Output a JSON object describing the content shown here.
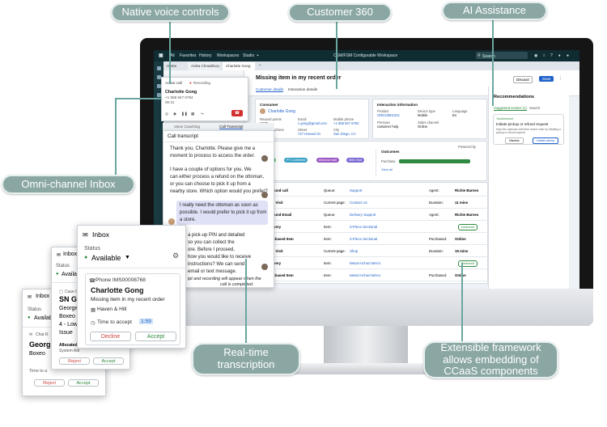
{
  "callouts": {
    "native_voice": "Native voice controls",
    "customer360": "Customer 360",
    "ai_assistance": "AI Assistance",
    "omni_inbox": "Omni-channel Inbox",
    "realtime_l1": "Real-time",
    "realtime_l2": "transcription",
    "ext_l1": "Extensible framework",
    "ext_l2": "allows embedding of",
    "ext_l3": "CCaaS components"
  },
  "app": {
    "title": "CSM/FSM Configurable Workspace",
    "nav": [
      "All",
      "Favorites",
      "History",
      "Workspaces",
      "Studio"
    ],
    "search_placeholder": "Search",
    "tabs": [
      "Home",
      "Anika Chowdhury",
      "Charlotte Gong"
    ],
    "colors": {
      "topbar": "#0f2c33",
      "accent": "#1f62c9",
      "brand_green": "#2e8a3e",
      "end_call": "#d32f2f"
    }
  },
  "voice": {
    "label": "Active call",
    "recording": "Recording",
    "caller": "Charlotte Gong",
    "phone": "+1 858 847 6784",
    "timer": "00:31",
    "tab_coaching": "Voice Coaching",
    "tab_transcript": "Call Transcript"
  },
  "record": {
    "title": "Missing item in my recent order",
    "tab_details": "Customer details",
    "tab_interactions": "Interaction details",
    "discard": "Discard",
    "save": "Save",
    "consumer_label": "Consumer",
    "consumer_name": "Charlotte Gong",
    "reward_label": "Reward points",
    "reward_value": "1200",
    "email_label": "Email",
    "email_value": "c.gong@gmail.com",
    "mobile_label": "Mobile phone",
    "mobile_value": "+1 858 847 6784",
    "bphone_label": "Business phone",
    "bphone_value": "187 7804",
    "street_label": "Street",
    "street_value": "747 Howard St.",
    "city_label": "City",
    "city_value": "San Diego, CA",
    "info_label": "Interaction information",
    "product_label": "Product",
    "product_value": "ORD10801021",
    "device_label": "Device type",
    "device_value": "Mobile",
    "lang_label": "Language",
    "lang_value": "En",
    "persona_label": "Persona",
    "persona_value": "customer help",
    "channel_label": "Sales channel",
    "channel_value": "Online",
    "journey_label": "Journey",
    "powered_by": "Powered by",
    "journey_tags": [
      "Shipped",
      "PT Confirmed",
      "Inbound mail",
      "Web Visit"
    ],
    "outcomes_label": "Outcomes",
    "purchase_label": "Purchase",
    "view_all": "View all"
  },
  "activity": [
    {
      "type": "Inbound call",
      "detail_label": "Queue:",
      "detail": "Support",
      "right_label": "Agent:",
      "right": "Richie Barnes",
      "badge": ""
    },
    {
      "type": "Web Visit",
      "detail_label": "Current page:",
      "detail": "Contact Us",
      "right_label": "Duration:",
      "right": "11 mins",
      "badge": ""
    },
    {
      "type": "Inbound Email",
      "detail_label": "Queue:",
      "detail": "Delivery Support",
      "right_label": "Agent:",
      "right": "Richie Barnes",
      "badge": ""
    },
    {
      "type": "Delivery",
      "detail_label": "Item:",
      "detail": "3-Piece Sectional",
      "right_label": "",
      "right": "",
      "badge": "Delivered"
    },
    {
      "type": "Purchased Item",
      "detail_label": "Item:",
      "detail": "3-Piece Sectional",
      "right_label": "Purchased:",
      "right": "Online",
      "badge": ""
    },
    {
      "type": "Web Visit",
      "detail_label": "Current page:",
      "detail": "Shop",
      "right_label": "Duration:",
      "right": "15 mins",
      "badge": ""
    },
    {
      "type": "Delivery",
      "detail_label": "Item:",
      "detail": "Metal Arched Mirror",
      "right_label": "",
      "right": "",
      "badge": "Delivered"
    },
    {
      "type": "Purchased Item",
      "detail_label": "Item:",
      "detail": "Metal Arched Mirror",
      "right_label": "Purchased:",
      "right": "Online",
      "badge": ""
    }
  ],
  "recs": {
    "title": "Recommendations",
    "tab_suggested": "Suggested actions (1)",
    "tab_search": "Search",
    "tag": "Troubleshoot",
    "heading": "Initiate pickup or refund request",
    "desc": "Help the customer with their recent order by initiating a pickup or refund request.",
    "dismiss": "Dismiss",
    "action": "Initiate pickup"
  },
  "transcript": {
    "title": "Call transcript",
    "m1": [
      "Thank you, Charlotte. Please give me a",
      "moment to process to access the order."
    ],
    "m2": [
      "I have a couple of options for you. We",
      "can either process a refund on the ottoman,",
      "or you can choose to pick it up from a",
      "nearby store. Which option would you prefer?"
    ],
    "m3": [
      "I really need the ottoman as soon as",
      "possible. I would prefer to pick it up from",
      "a store."
    ],
    "m4": [
      "a pick-up PIN and detailed",
      "so you can collect the",
      "ore. Before I proceed,",
      "how you would like to receive",
      "instructions? We can send",
      "email or text message."
    ],
    "footer": [
      "ipt and recording will appear when the",
      "call is completed."
    ]
  },
  "inbox_front": {
    "title": "Inbox",
    "status_label": "Status",
    "status_value": "Available",
    "channel": "Phone IMS00008768",
    "name": "Charlotte Gong",
    "subject": "Missing item in my recent order",
    "account": "Haven & Hill",
    "timer_label": "Time to accept",
    "timer_value": "1:59",
    "decline": "Decline",
    "accept": "Accept"
  },
  "inbox_mid": {
    "title": "Inbox",
    "status_label": "Status",
    "status_value": "Available",
    "case": "Case C",
    "case_id": "SN GC",
    "line1": "George",
    "line2": "Boxeo",
    "line3": "4 - Low",
    "line4": "Issue",
    "alloc": "Allocated",
    "sys": "System Adr",
    "reject": "Reject",
    "accept": "Accept"
  },
  "inbox_back": {
    "title": "Inbox",
    "status_label": "Status",
    "status_value": "Availab",
    "chat": "Chat R",
    "name": "Georg",
    "sub": "Boxeo",
    "timer_label": "Time to a",
    "reject": "Reject",
    "accept": "Accept"
  }
}
